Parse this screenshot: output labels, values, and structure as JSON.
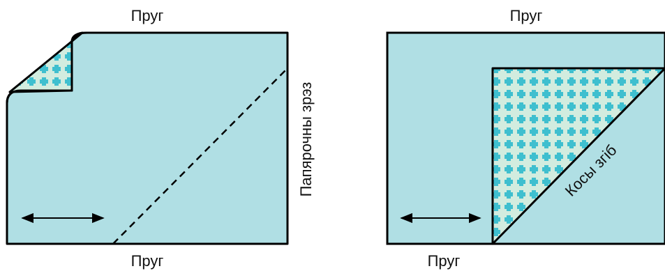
{
  "colors": {
    "fabric": "#b0dfe4",
    "pattern_bg": "#d2ecdf",
    "pattern_cross": "#3fbfcf",
    "outline": "#000000"
  },
  "left_diagram": {
    "top_label": "Пруг",
    "bottom_label": "Пруг",
    "side_label": "Папярочны зрэз",
    "arrow": "double-headed-arrow",
    "fold_line": "dashed"
  },
  "right_diagram": {
    "top_label": "Пруг",
    "bottom_label": "Пруг",
    "fold_label": "Косы згіб",
    "arrow": "double-headed-arrow"
  }
}
